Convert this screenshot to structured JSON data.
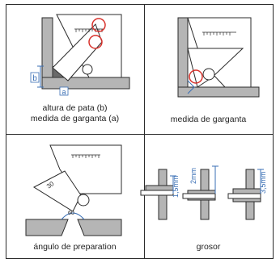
{
  "panels": {
    "leg_height": {
      "caption_line1": "altura de pata (b)",
      "caption_line2": "medida de garganta (a)",
      "label_b": "b",
      "label_a": "a"
    },
    "throat": {
      "caption": "medida de garganta"
    },
    "prep_angle": {
      "caption": "ángulo de preparation",
      "angle_label_1": "30",
      "angle_label_2": "60"
    },
    "thickness": {
      "caption": "grosor",
      "dims": [
        "1,5mm",
        "2mm",
        "3,5mm"
      ]
    }
  },
  "colors": {
    "accent_red": "#d8312b",
    "accent_blue": "#3a6fb5",
    "metal": "#b5b5b5",
    "gauge": "#ffffff",
    "ink": "#2b2b2b"
  }
}
